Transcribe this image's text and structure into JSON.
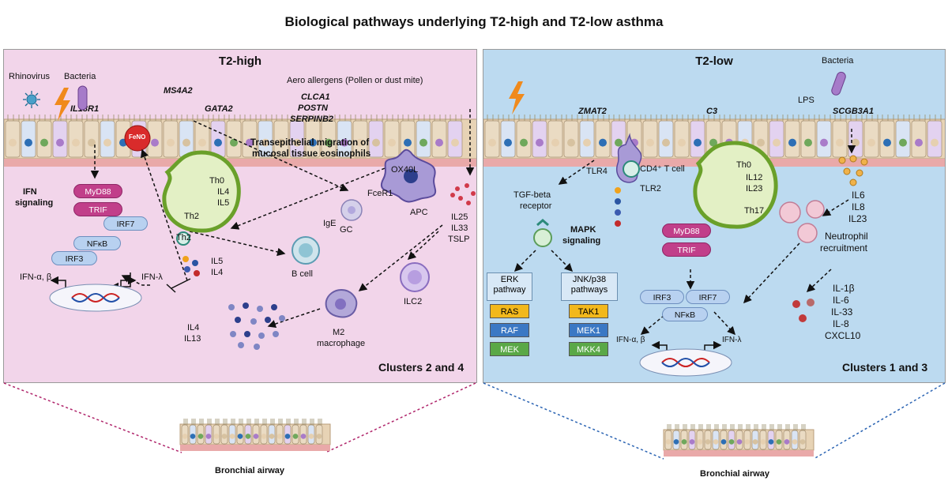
{
  "title": "Biological pathways underlying T2-high and T2-low asthma",
  "left": {
    "heading": "T2-high",
    "labels": {
      "rhinovirus": "Rhinovirus",
      "bacteria": "Bacteria",
      "il18r1": "IL18R1",
      "ms4a2": "MS4A2",
      "gata2": "GATA2",
      "aero": "Aero allergens (Pollen or dust mite)",
      "clca1": "CLCA1",
      "postn": "POSTN",
      "serpinb2": "SERPINB2",
      "feno": "FeNO",
      "transepi_1": "Transepithelial migration of",
      "transepi_2": "mucosal tissue eosinophils",
      "ox40l": "OX40L",
      "ifn_signaling_1": "IFN",
      "ifn_signaling_2": "signaling",
      "th0": "Th0",
      "il4a": "IL4",
      "il5a": "IL5",
      "th2a": "Th2",
      "th2b": "Th2",
      "fcer1": "FceR1",
      "ige": "IgE",
      "gc": "GC",
      "apc": "APC",
      "il25": "IL25",
      "il33": "IL33",
      "tslp": "TSLP",
      "il5b": "IL5",
      "il4b": "IL4",
      "bcell": "B cell",
      "ifn_ab": "IFN-α, β",
      "ifn_l": "IFN-λ",
      "ilc2": "ILC2",
      "m2_1": "M2",
      "m2_2": "macrophage",
      "il4c": "IL4",
      "il13": "IL13",
      "clusters": "Clusters 2 and 4"
    },
    "pills": {
      "myd88": "MyD88",
      "trif": "TRIF",
      "irf7": "IRF7",
      "nfkb": "NFκB",
      "irf3": "IRF3"
    }
  },
  "right": {
    "heading": "T2-low",
    "labels": {
      "bacteria": "Bacteria",
      "lps": "LPS",
      "zmat2": "ZMAT2",
      "c3": "C3",
      "scgb3a1": "SCGB3A1",
      "tlr4": "TLR4",
      "cd4": "CD4⁺ T cell",
      "tlr2": "TLR2",
      "tgf_1": "TGF-beta",
      "tgf_2": "receptor",
      "mapk_1": "MAPK",
      "mapk_2": "signaling",
      "th0": "Th0",
      "il12": "IL12",
      "il23a": "IL23",
      "th17": "Th17",
      "il6a": "IL6",
      "il8a": "IL8",
      "il23b": "IL23",
      "neut_1": "Neutrophil",
      "neut_2": "recruitment",
      "il1b": "IL-1β",
      "il6b": "IL-6",
      "il33": "IL-33",
      "il8b": "IL-8",
      "cxcl10": "CXCL10",
      "ifn_ab": "IFN-α, β",
      "ifn_l": "IFN-λ",
      "clusters": "Clusters 1 and 3"
    },
    "erk": {
      "title_1": "ERK",
      "title_2": "pathway",
      "items": [
        "RAS",
        "RAF",
        "MEK"
      ]
    },
    "jnk": {
      "title_1": "JNK/p38",
      "title_2": "pathways",
      "items": [
        "TAK1",
        "MEK1",
        "MKK4"
      ]
    },
    "pills": {
      "myd88": "MyD88",
      "trif": "TRIF",
      "irf3": "IRF3",
      "irf7": "IRF7",
      "nfkb": "NFκB"
    }
  },
  "bottom": {
    "left_label": "Bronchial airway",
    "right_label": "Bronchial airway"
  },
  "colors": {
    "left_bg": "#f2d5ea",
    "right_bg": "#bcdaf0",
    "magenta": "#c13f8a",
    "lightning": "#f08a1c"
  }
}
